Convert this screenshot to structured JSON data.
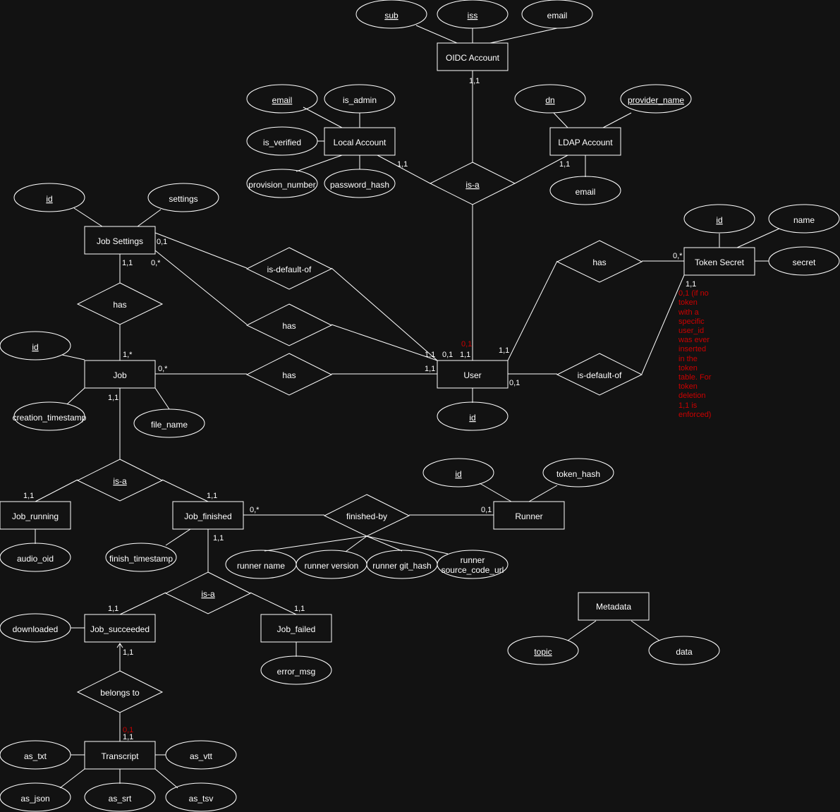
{
  "entities": {
    "oidc": "OIDC Account",
    "local": "Local Account",
    "ldap": "LDAP Account",
    "job_settings": "Job Settings",
    "token_secret": "Token Secret",
    "job": "Job",
    "user": "User",
    "job_running": "Job_running",
    "job_finished": "Job_finished",
    "runner": "Runner",
    "job_succeeded": "Job_succeeded",
    "job_failed": "Job_failed",
    "metadata": "Metadata",
    "transcript": "Transcript"
  },
  "attributes": {
    "oidc_sub": "sub",
    "oidc_iss": "iss",
    "oidc_email": "email",
    "local_email": "email",
    "local_is_admin": "is_admin",
    "local_is_verified": "is_verified",
    "local_provision_number": "provision_number",
    "local_password_hash": "password_hash",
    "ldap_dn": "dn",
    "ldap_provider_name": "provider_name",
    "ldap_email": "email",
    "settings_id": "id",
    "settings_settings": "settings",
    "token_id": "id",
    "token_name": "name",
    "token_secret": "secret",
    "job_id": "id",
    "job_creation_timestamp": "creation_timestamp",
    "job_file_name": "file_name",
    "user_id": "id",
    "runner_id": "id",
    "runner_token_hash": "token_hash",
    "running_audio_oid": "audio_oid",
    "finished_timestamp": "finish_timestamp",
    "runner_name": "runner name",
    "runner_version": "runner version",
    "runner_git_hash": "runner git_hash",
    "runner_source_url_1": "runner",
    "runner_source_url_2": "source_code_url",
    "succeeded_downloaded": "downloaded",
    "failed_error_msg": "error_msg",
    "metadata_topic": "topic",
    "metadata_data": "data",
    "transcript_as_txt": "as_txt",
    "transcript_as_vtt": "as_vtt",
    "transcript_as_json": "as_json",
    "transcript_as_srt": "as_srt",
    "transcript_as_tsv": "as_tsv"
  },
  "relationships": {
    "account_is_a": "is-a",
    "settings_is_default_of": "is-default-of",
    "settings_has_job": "has",
    "user_has_settings": "has",
    "user_has_job": "has",
    "user_has_token": "has",
    "token_is_default_of": "is-default-of",
    "job_is_a": "is-a",
    "finished_by": "finished-by",
    "finished_is_a": "is-a",
    "belongs_to": "belongs to"
  },
  "cardinalities": {
    "oidc_isa": "1,1",
    "local_isa": "1,1",
    "ldap_isa": "1,1",
    "settings_default": "0,1",
    "settings_has_job": "1,1",
    "settings_user_has": "0,*",
    "job_settings_has": "1,*",
    "job_user_has": "0,*",
    "job_isa": "1,1",
    "user_settings_has": "1,1",
    "user_default_settings": "0,1",
    "user_isa_red": "0,1",
    "user_isa": "1,1",
    "user_job_has": "1,1",
    "user_token_has": "1,1",
    "user_default_token": "0,1",
    "token_has": "0,*",
    "token_default": "1,1",
    "running_isa": "1,1",
    "finished_isa_top": "1,1",
    "finished_finished_by": "0,*",
    "runner_finished_by": "0,1",
    "finished_isa_bottom": "1,1",
    "succeeded_isa": "1,1",
    "failed_isa": "1,1",
    "succeeded_belongs": "1,1",
    "transcript_belongs_red": "0,1",
    "transcript_belongs": "1,1"
  },
  "token_note": [
    "0,1 (if no",
    "token",
    "with a",
    "specific",
    "user_id",
    "was ever",
    "inserted",
    "in the",
    "token",
    "table. For",
    "token",
    "deletion",
    "1,1 is",
    "enforced)"
  ],
  "colors": {
    "background": "#121212",
    "stroke": "#ffffff",
    "note": "#cc0000"
  }
}
